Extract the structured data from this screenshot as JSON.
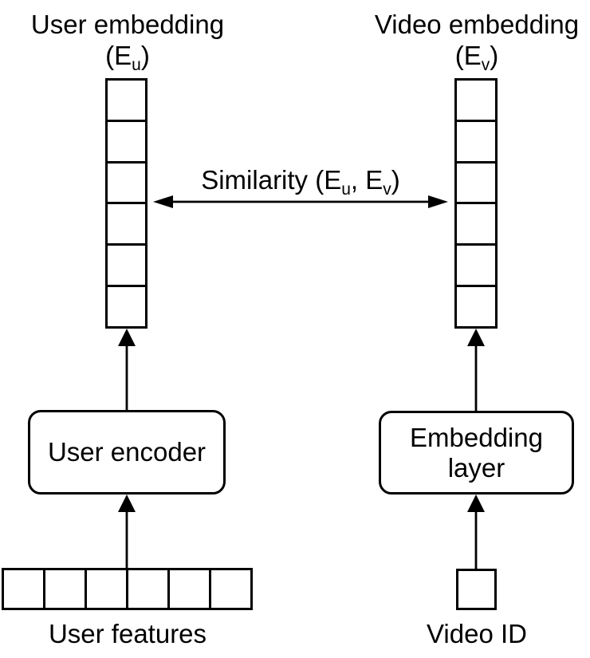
{
  "colors": {
    "ink": "#000000",
    "background": "#ffffff"
  },
  "left_tower": {
    "title": "User embedding",
    "symbol": {
      "open": "(E",
      "sub": "u",
      "close": ")"
    },
    "vector_cells": 6,
    "encoder_label": "User encoder",
    "input_label": "User features",
    "input_cells": 6
  },
  "right_tower": {
    "title": "Video embedding",
    "symbol": {
      "open": "(E",
      "sub": "v",
      "close": ")"
    },
    "vector_cells": 6,
    "encoder_label": "Embedding\nlayer",
    "input_label": "Video ID",
    "input_cells": 1
  },
  "similarity": {
    "prefix": "Similarity (E",
    "sub1": "u",
    "mid": ", E",
    "sub2": "v",
    "suffix": ")"
  }
}
